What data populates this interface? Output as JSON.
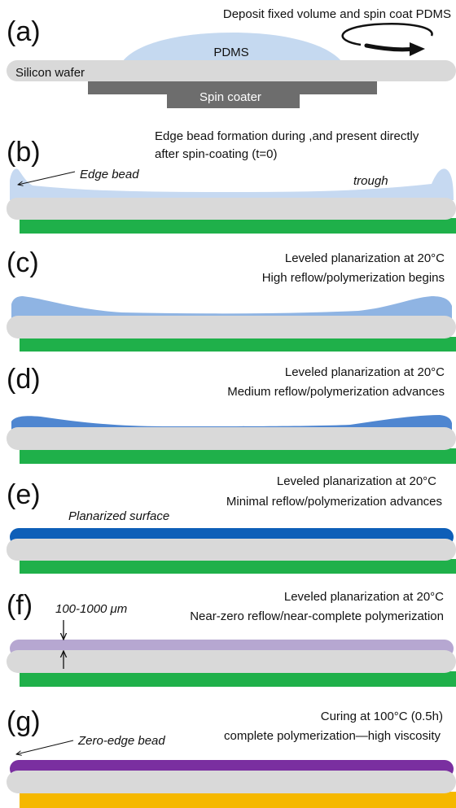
{
  "colors": {
    "wafer": "#d9d9d9",
    "wafer_edge": "#c9c9c9",
    "coater": "#6d6d6d",
    "pdms_a": "#c5d9f0",
    "film_b": "#c6d9f1",
    "film_c": "#8fb4e3",
    "film_d": "#4f86d0",
    "film_e": "#0e5fb8",
    "film_f": "#b6a7d1",
    "film_g": "#7a2fa0",
    "substrate": "#1fb04a",
    "substrate_g": "#f5b800"
  },
  "panels": {
    "a": {
      "letter": "(a)",
      "caption": "Deposit fixed volume and spin coat PDMS",
      "pdms_label": "PDMS",
      "wafer_label": "Silicon wafer",
      "coater_label": "Spin coater",
      "icon": "rotation-arrow-icon"
    },
    "b": {
      "letter": "(b)",
      "caption_line1": "Edge bead formation during ,and present directly",
      "caption_line2": "after spin-coating (t=0)",
      "edge_label": "Edge bead",
      "trough_label": "trough"
    },
    "c": {
      "letter": "(c)",
      "caption_line1": "Leveled planarization at 20°C",
      "caption_line2": "High reflow/polymerization begins"
    },
    "d": {
      "letter": "(d)",
      "caption_line1": "Leveled planarization at 20°C",
      "caption_line2": "Medium reflow/polymerization advances"
    },
    "e": {
      "letter": "(e)",
      "caption_line1": "Leveled planarization at 20°C",
      "caption_line2": "Minimal reflow/polymerization advances",
      "surface_label": "Planarized surface"
    },
    "f": {
      "letter": "(f)",
      "caption_line1": "Leveled planarization at 20°C",
      "caption_line2": "Near-zero reflow/near-complete polymerization",
      "thickness_label": "100-1000 μm"
    },
    "g": {
      "letter": "(g)",
      "caption_line1": "Curing at 100°C (0.5h)",
      "caption_line2": "complete polymerization—high viscosity",
      "edge_label": "Zero-edge bead"
    }
  }
}
